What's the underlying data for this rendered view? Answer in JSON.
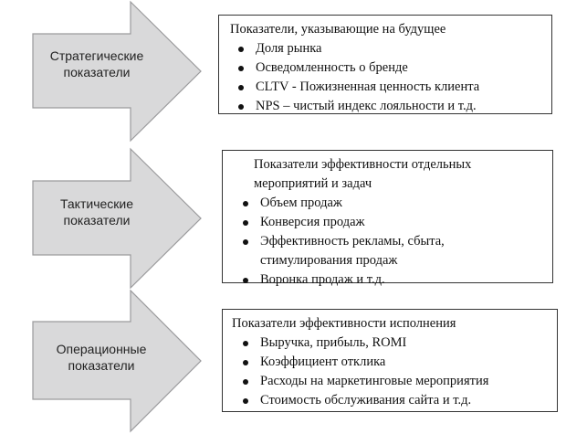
{
  "colors": {
    "arrow_fill": "#d9d9da",
    "arrow_stroke": "#9a9a9c",
    "box_border": "#333333"
  },
  "rows": [
    {
      "label_line1": "Стратегические",
      "label_line2": "показатели",
      "heading": "Показатели, указывающие на будущее",
      "items": [
        "Доля рынка",
        "Осведомленность о бренде",
        "CLTV - Пожизненная ценность клиента",
        "NPS – чистый индекс лояльности и т.д."
      ]
    },
    {
      "label_line1": "Тактические",
      "label_line2": "показатели",
      "heading_line1": "Показатели эффективности отдельных",
      "heading_line2": "мероприятий и задач",
      "items": [
        "Объем продаж",
        "Конверсия продаж"
      ],
      "item3_line1": "Эффективность рекламы, сбыта,",
      "item3_line2": "стимулирования продаж",
      "item4": "Воронка продаж и т.д."
    },
    {
      "label_line1": "Операционные",
      "label_line2": "показатели",
      "heading": "Показатели эффективности исполнения",
      "items": [
        "Выручка, прибыль, ROMI",
        "Коэффициент отклика",
        "Расходы  на маркетинговые мероприятия",
        "Стоимость обслуживания сайта и т.д."
      ]
    }
  ]
}
